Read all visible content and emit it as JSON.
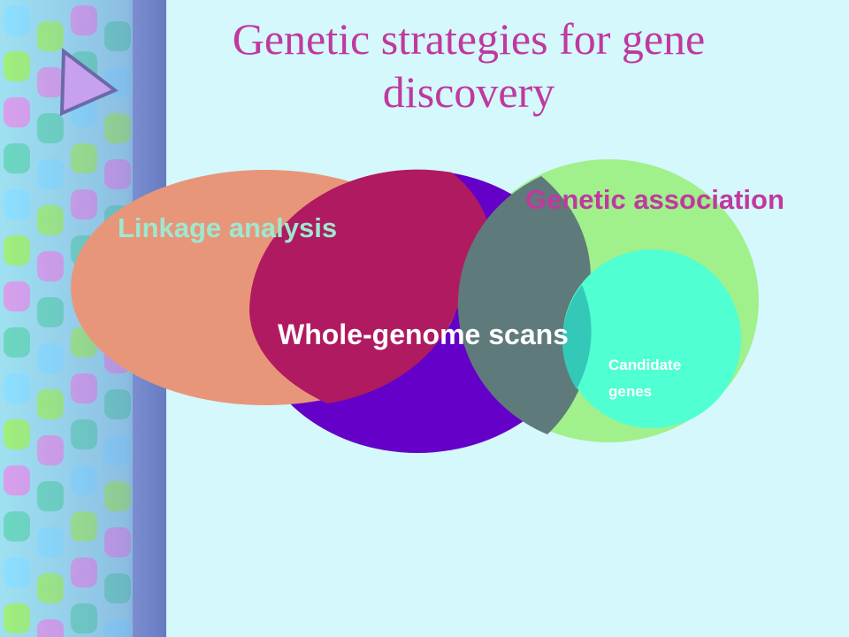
{
  "title": "Genetic strategies for gene discovery",
  "sets": {
    "linkage": {
      "label": "Linkage analysis",
      "color": "#e8967a"
    },
    "whole_genome": {
      "label": "Whole-genome scans",
      "color": "#6400c8"
    },
    "association": {
      "label": "Genetic association",
      "color": "#a0f08c"
    },
    "candidate": {
      "label": "Candidate genes",
      "color": "#50ffd2"
    }
  },
  "decor": {
    "band_colors": [
      "#8ce0ff",
      "#a0f07c",
      "#d8a0ec",
      "#6cd8c0"
    ],
    "arrow_color": "#c8a0f0",
    "arrow_icon": "play-triangle-icon"
  }
}
